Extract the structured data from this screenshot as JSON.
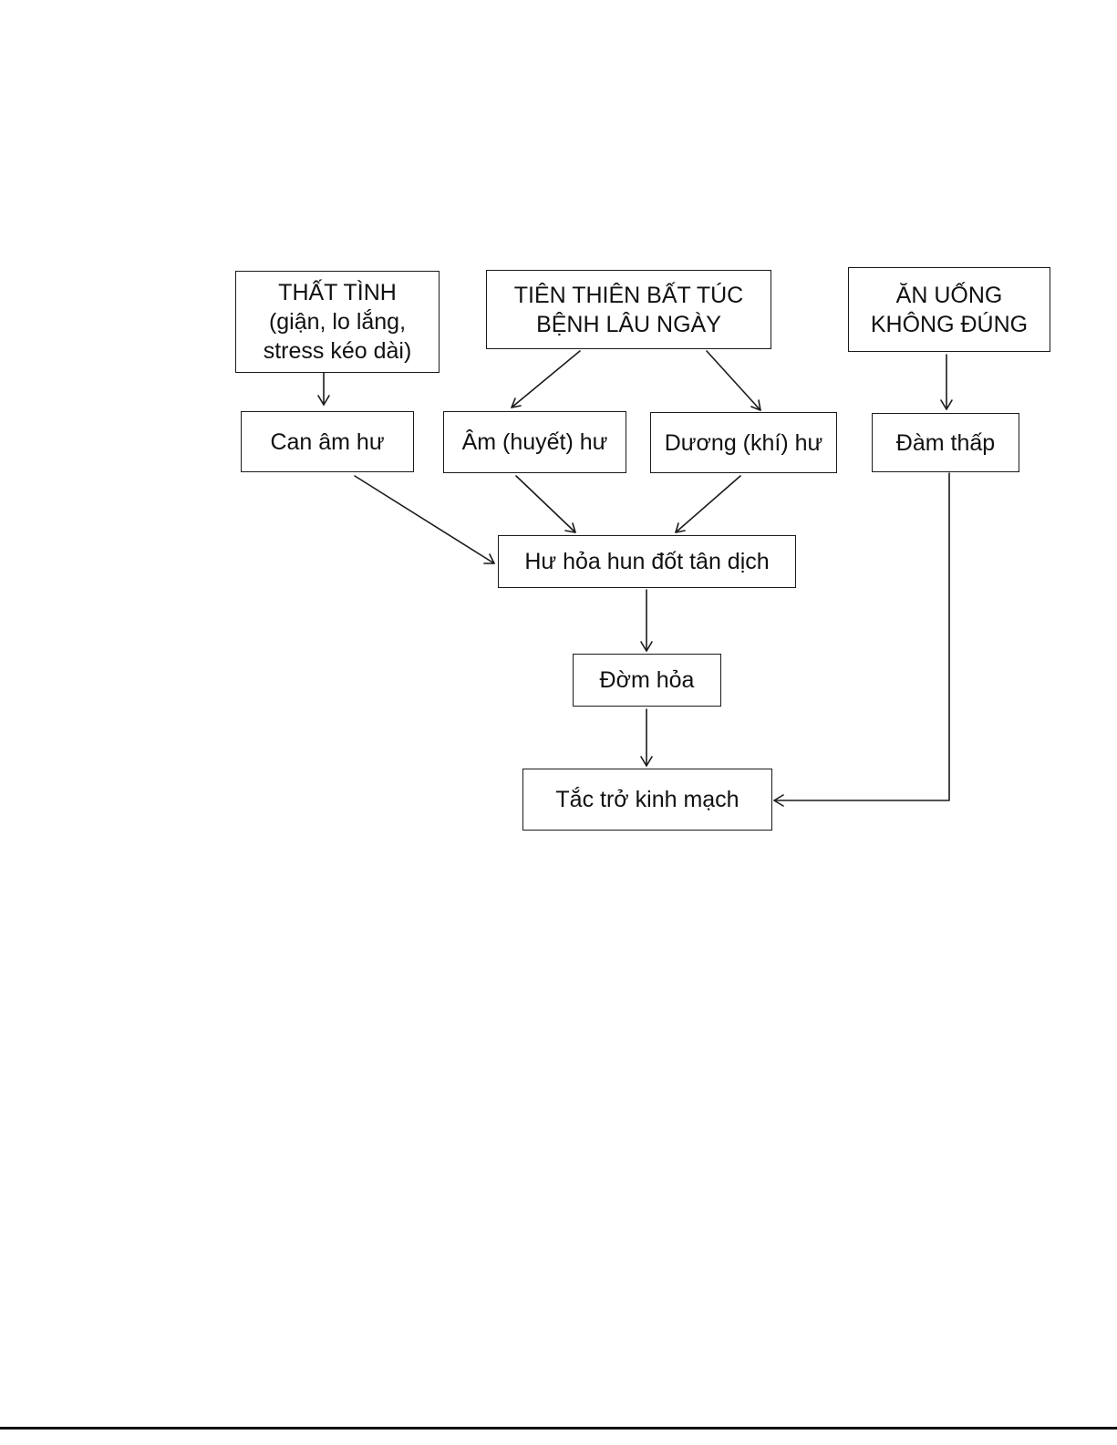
{
  "diagram": {
    "nodes": {
      "that_tinh": {
        "lines": [
          "THẤT TÌNH",
          "(giận, lo lắng,",
          "stress kéo dài)"
        ]
      },
      "tien_thien": {
        "lines": [
          "TIÊN THIÊN BẤT TÚC",
          "BỆNH LÂU NGÀY"
        ]
      },
      "an_uong": {
        "lines": [
          "ĂN UỐNG",
          "KHÔNG ĐÚNG"
        ]
      },
      "can_am_hu": {
        "lines": [
          "Can âm hư"
        ]
      },
      "am_huyet_hu": {
        "lines": [
          "Âm (huyết) hư"
        ]
      },
      "duong_khi_hu": {
        "lines": [
          "Dương (khí) hư"
        ]
      },
      "dam_thap": {
        "lines": [
          "Đàm thấp"
        ]
      },
      "hu_hoa": {
        "lines": [
          "Hư hỏa hun đốt tân dịch"
        ]
      },
      "dom_hoa": {
        "lines": [
          "Đờm hỏa"
        ]
      },
      "tac_tro": {
        "lines": [
          "Tắc trở kinh mạch"
        ]
      }
    },
    "edges": [
      {
        "from": "that_tinh",
        "to": "can_am_hu"
      },
      {
        "from": "tien_thien",
        "to": "am_huyet_hu"
      },
      {
        "from": "tien_thien",
        "to": "duong_khi_hu"
      },
      {
        "from": "an_uong",
        "to": "dam_thap"
      },
      {
        "from": "can_am_hu",
        "to": "hu_hoa"
      },
      {
        "from": "am_huyet_hu",
        "to": "hu_hoa"
      },
      {
        "from": "duong_khi_hu",
        "to": "hu_hoa"
      },
      {
        "from": "hu_hoa",
        "to": "dom_hoa"
      },
      {
        "from": "dom_hoa",
        "to": "tac_tro"
      },
      {
        "from": "dam_thap",
        "to": "tac_tro"
      }
    ]
  }
}
